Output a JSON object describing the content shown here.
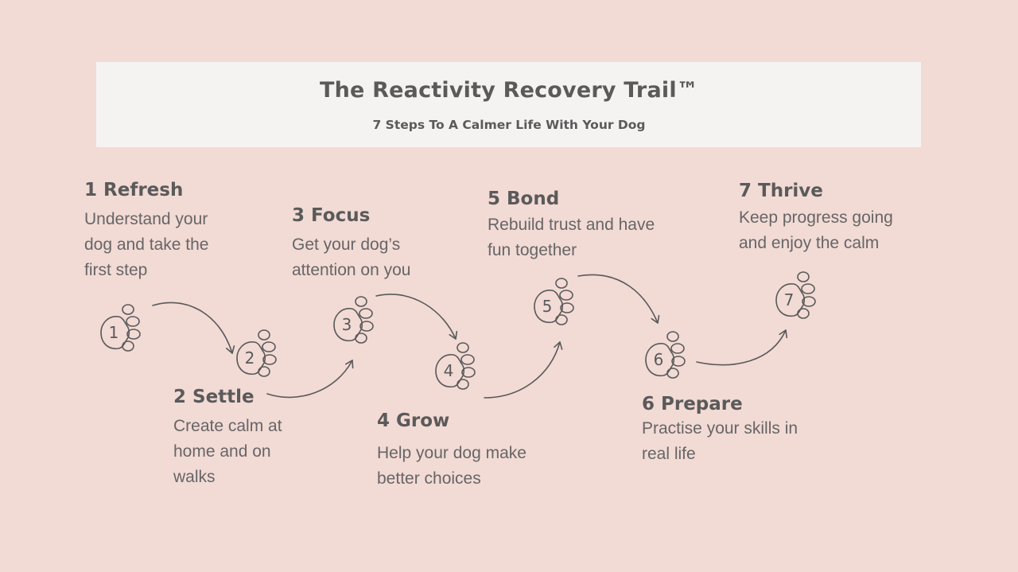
{
  "banner": {
    "title": "The Reactivity Recovery Trail™",
    "subtitle": "7 Steps To A Calmer Life With Your Dog"
  },
  "steps": [
    {
      "number": "1",
      "title": "1 Refresh",
      "desc_lines": [
        "Understand your",
        "dog and take the",
        "first step"
      ]
    },
    {
      "number": "2",
      "title": "2 Settle",
      "desc_lines": [
        "Create calm at",
        "home and on",
        "walks"
      ]
    },
    {
      "number": "3",
      "title": "3 Focus",
      "desc_lines": [
        "Get your dog’s",
        "attention on you"
      ]
    },
    {
      "number": "4",
      "title": "4 Grow",
      "desc_lines": [
        "Help your dog make",
        "better choices"
      ]
    },
    {
      "number": "5",
      "title": "5 Bond",
      "desc_lines": [
        "Rebuild trust and have",
        "fun together"
      ]
    },
    {
      "number": "6",
      "title": "6 Prepare",
      "desc_lines": [
        "Practise your skills in",
        "real life"
      ]
    },
    {
      "number": "7",
      "title": "7 Thrive",
      "desc_lines": [
        "Keep progress going",
        "and enjoy the calm"
      ]
    }
  ],
  "colors": {
    "background": "#f2dad5",
    "banner": "#f5f3f2",
    "text": "#5a5a5a",
    "stroke": "#5a5a5a"
  },
  "icons": [
    "paw-print-icon",
    "curved-arrow-icon"
  ]
}
